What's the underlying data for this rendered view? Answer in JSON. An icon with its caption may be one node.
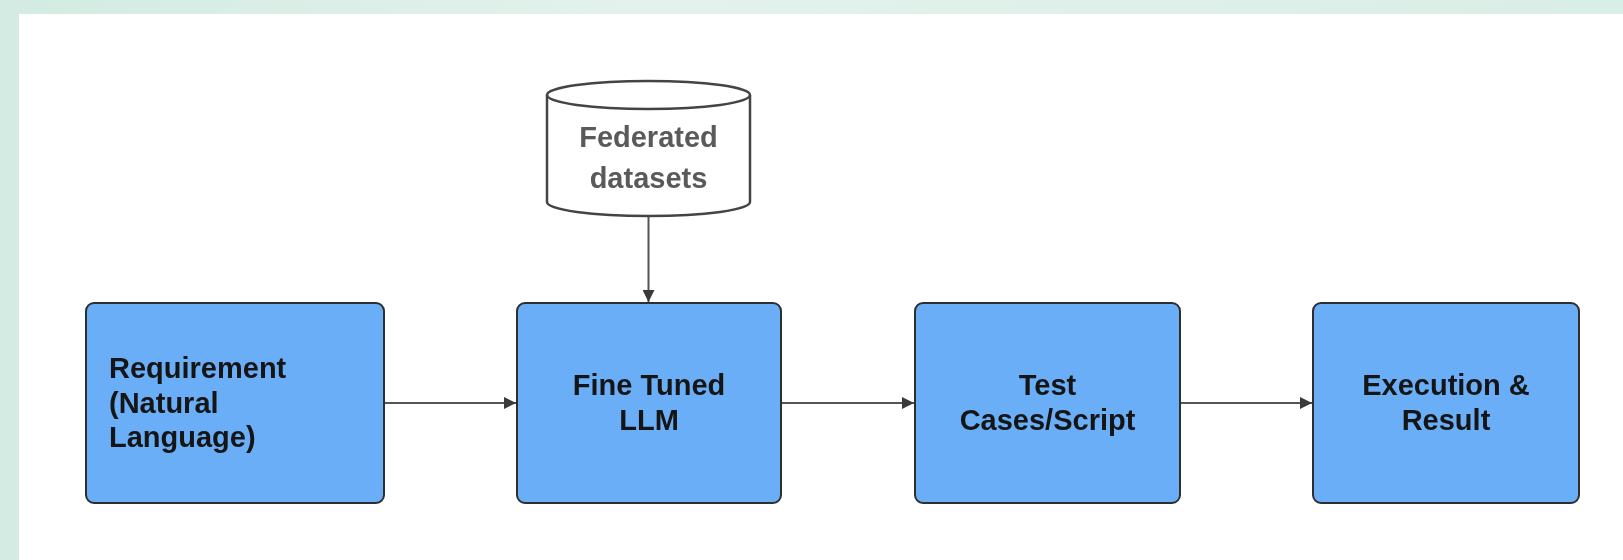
{
  "diagram": {
    "nodes": [
      {
        "text": [
          "Federated datasets"
        ]
      },
      {
        "text": [
          "Requirement (Natural Language)"
        ]
      },
      {
        "text": [
          "Fine Tuned LLM"
        ]
      },
      {
        "text": [
          "Test Cases/Script"
        ]
      },
      {
        "text": [
          "Execution & Result"
        ]
      }
    ],
    "edges": [
      {
        "from": 0,
        "to": 2,
        "arrow": "to"
      },
      {
        "from": 1,
        "to": 2,
        "arrow": "to"
      },
      {
        "from": 2,
        "to": 3,
        "arrow": "to"
      },
      {
        "from": 3,
        "to": 4,
        "arrow": "to"
      }
    ]
  }
}
